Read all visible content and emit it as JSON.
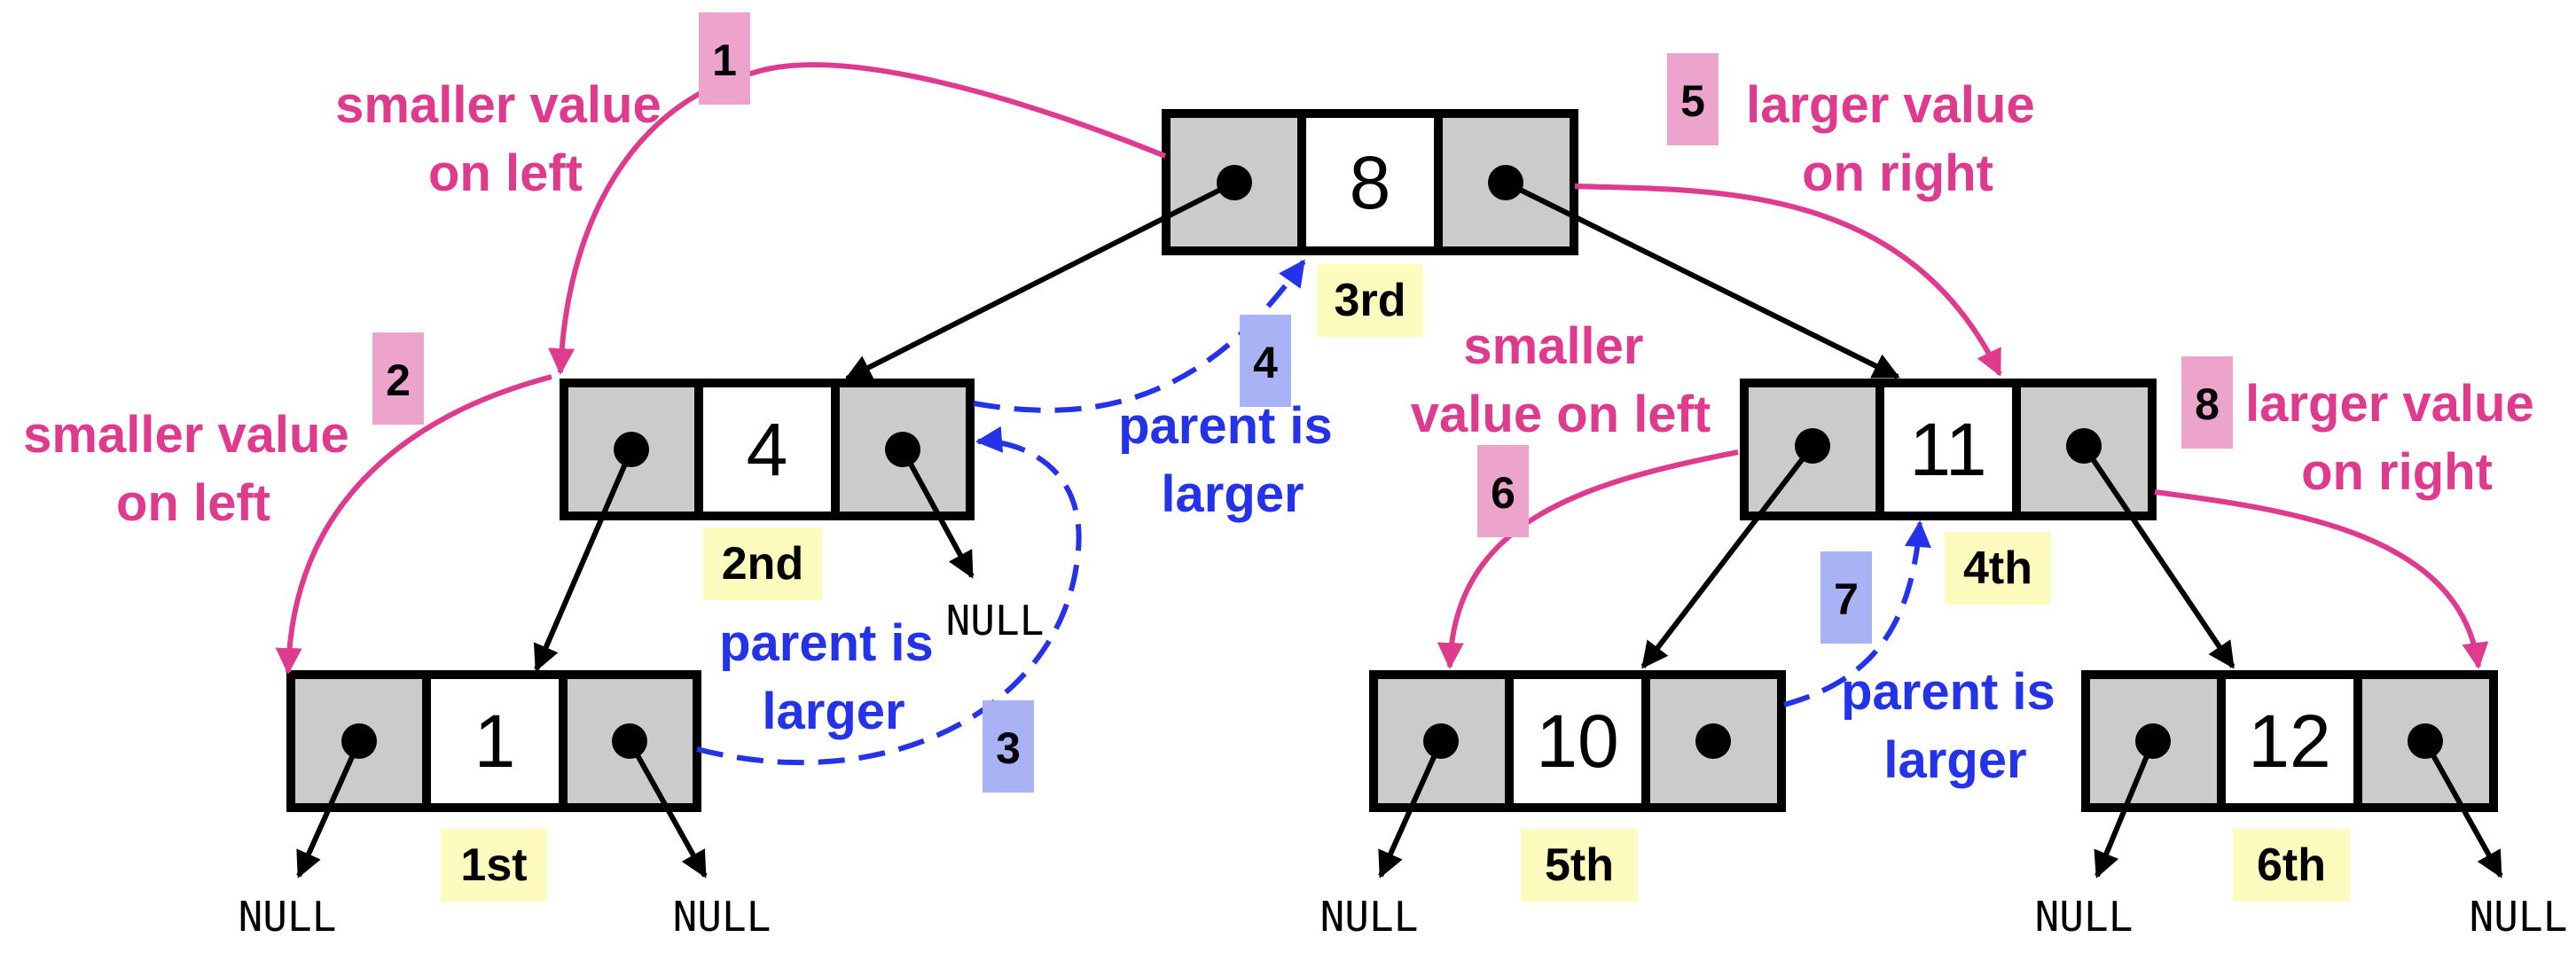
{
  "colors": {
    "pink": "#de3a8e",
    "blue": "#2432e8",
    "pink_badge": "#eda4cc",
    "blue_badge": "#a8b2f4",
    "order_badge": "#fdfbbe",
    "pointer_cell": "#cbcbcb",
    "value_cell": "#ffffff"
  },
  "nodes": [
    {
      "id": "n8",
      "value": "8",
      "order": "3rd"
    },
    {
      "id": "n4",
      "value": "4",
      "order": "2nd"
    },
    {
      "id": "n1",
      "value": "1",
      "order": "1st"
    },
    {
      "id": "n11",
      "value": "11",
      "order": "4th"
    },
    {
      "id": "n10",
      "value": "10",
      "order": "5th"
    },
    {
      "id": "n12",
      "value": "12",
      "order": "6th"
    }
  ],
  "null_label": "NULL",
  "steps": [
    {
      "num": "1",
      "lines": [
        "smaller value",
        "on left"
      ],
      "color": "pink"
    },
    {
      "num": "2",
      "lines": [
        "smaller value",
        "on left"
      ],
      "color": "pink"
    },
    {
      "num": "3",
      "lines": [
        "parent is",
        "larger"
      ],
      "color": "blue"
    },
    {
      "num": "4",
      "lines": [
        "parent is",
        "larger"
      ],
      "color": "blue"
    },
    {
      "num": "5",
      "lines": [
        "larger value",
        "on right"
      ],
      "color": "pink"
    },
    {
      "num": "6",
      "lines": [
        "smaller",
        "value on left"
      ],
      "color": "pink"
    },
    {
      "num": "7",
      "lines": [
        "parent is",
        "larger"
      ],
      "color": "blue"
    },
    {
      "num": "8",
      "lines": [
        "larger value",
        "on right"
      ],
      "color": "pink"
    }
  ]
}
